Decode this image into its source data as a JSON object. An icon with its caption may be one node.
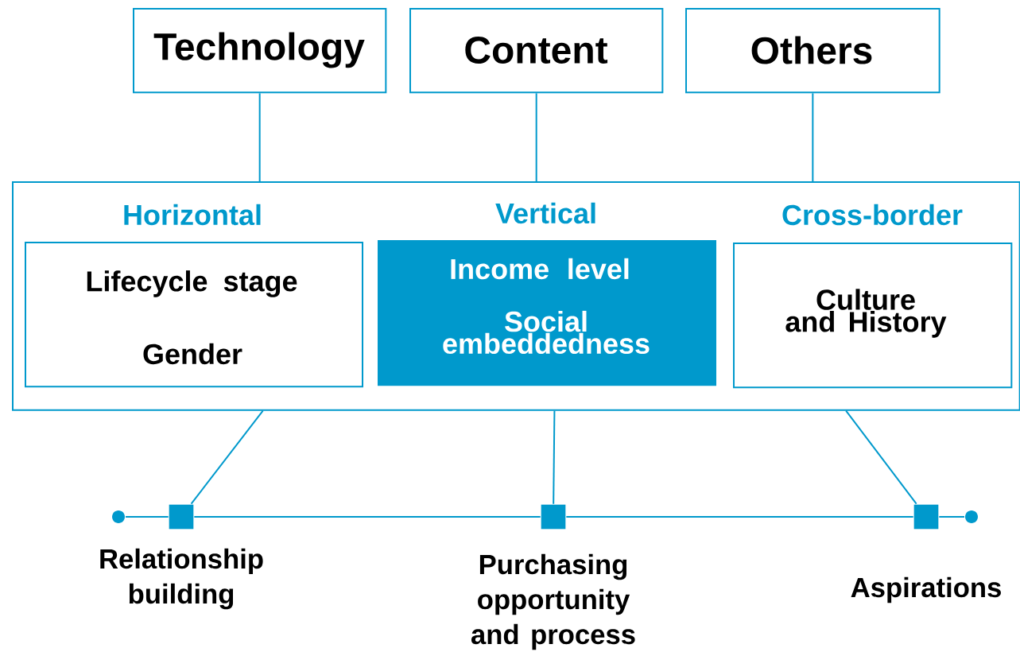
{
  "diagram": {
    "nodes": [
      {
        "text": [
          "Technology"
        ]
      },
      {
        "text": [
          "Content"
        ]
      },
      {
        "text": [
          "Others"
        ]
      },
      {
        "text": [],
        "shape": "box"
      },
      {
        "text": [
          "Horizontal",
          "Lifecycle stage",
          "Gender"
        ],
        "in": 3
      },
      {
        "text": [
          "Vertical",
          "Income level",
          "Social embeddedness"
        ],
        "in": 3
      },
      {
        "text": [
          "Cross-border",
          "Culture and History"
        ],
        "in": 3
      },
      {
        "text": [],
        "shape": "circle"
      },
      {
        "text": [],
        "shape": "box",
        "beside": [
          "Relationship building"
        ]
      },
      {
        "text": [],
        "shape": "box",
        "beside": [
          "Purchasing opportunity and process"
        ]
      },
      {
        "text": [],
        "shape": "box",
        "beside": [
          "Aspirations"
        ]
      },
      {
        "text": [],
        "shape": "circle"
      }
    ],
    "edges": [
      {
        "from": 0,
        "to": 3,
        "arrow": "none"
      },
      {
        "from": 1,
        "to": 3,
        "arrow": "none"
      },
      {
        "from": 2,
        "to": 3,
        "arrow": "none"
      },
      {
        "from": 3,
        "to": 8,
        "arrow": "none"
      },
      {
        "from": 3,
        "to": 9,
        "arrow": "none"
      },
      {
        "from": 3,
        "to": 10,
        "arrow": "none"
      },
      {
        "from": 7,
        "to": 8,
        "arrow": "none"
      },
      {
        "from": 8,
        "to": 9,
        "arrow": "none"
      },
      {
        "from": 9,
        "to": 10,
        "arrow": "none"
      },
      {
        "from": 10,
        "to": 11,
        "arrow": "none"
      }
    ]
  }
}
